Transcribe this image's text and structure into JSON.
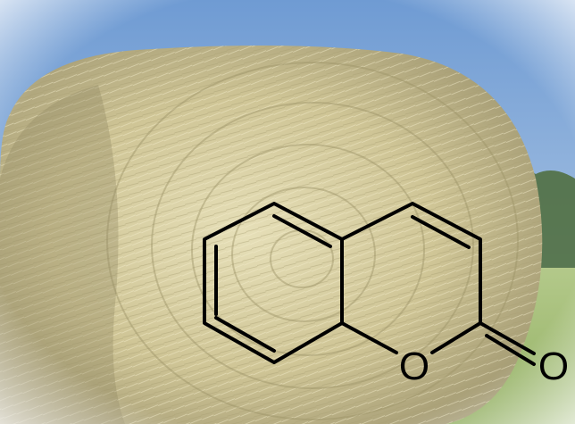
{
  "colors": {
    "sky_top": "#7fa8d8",
    "sky_bottom": "#b9cfe6",
    "hay_light": "#d9d2a8",
    "hay_mid": "#b8ad7c",
    "hay_dark": "#8c8660",
    "grass": "#9cba6a",
    "trees": "#4f6f3c",
    "bond": "#000000"
  },
  "molecule": {
    "name_icon": "coumarin-structure",
    "ring_oxygen": "O",
    "carbonyl_oxygen": "O"
  }
}
